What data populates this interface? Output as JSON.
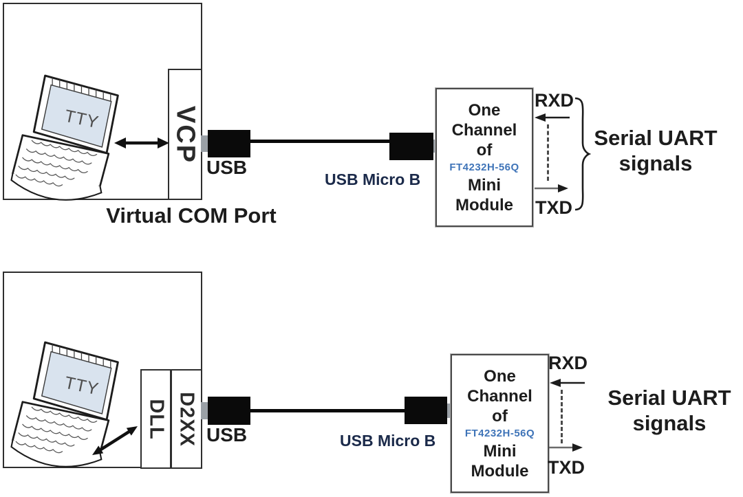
{
  "diagram_top": {
    "laptop_screen_label": "TTY",
    "driver_label": "VCP",
    "caption": "Virtual COM Port",
    "usb_label": "USB",
    "cable_label": "USB Micro B",
    "module": {
      "line1": "One",
      "line2": "Channel",
      "line3": "of",
      "part_number": "FT4232H-56Q",
      "line4": "Mini",
      "line5": "Module"
    },
    "rxd_label": "RXD",
    "txd_label": "TXD",
    "signals_label_line1": "Serial UART",
    "signals_label_line2": "signals"
  },
  "diagram_bottom": {
    "laptop_screen_label": "TTY",
    "driver_label_outer": "DLL",
    "driver_label_inner": "D2XX",
    "usb_label": "USB",
    "cable_label": "USB Micro B",
    "module": {
      "line1": "One",
      "line2": "Channel",
      "line3": "of",
      "part_number": "FT4232H-56Q",
      "line4": "Mini",
      "line5": "Module"
    },
    "rxd_label": "RXD",
    "txd_label": "TXD",
    "signals_label_line1": "Serial UART",
    "signals_label_line2": "signals"
  },
  "accent_colors": {
    "part_number_blue": "#3f74b8",
    "cable_label_navy": "#1b2a4a",
    "laptop_screen_fill": "#d9e3ee",
    "line_color": "#1c1c1c"
  }
}
